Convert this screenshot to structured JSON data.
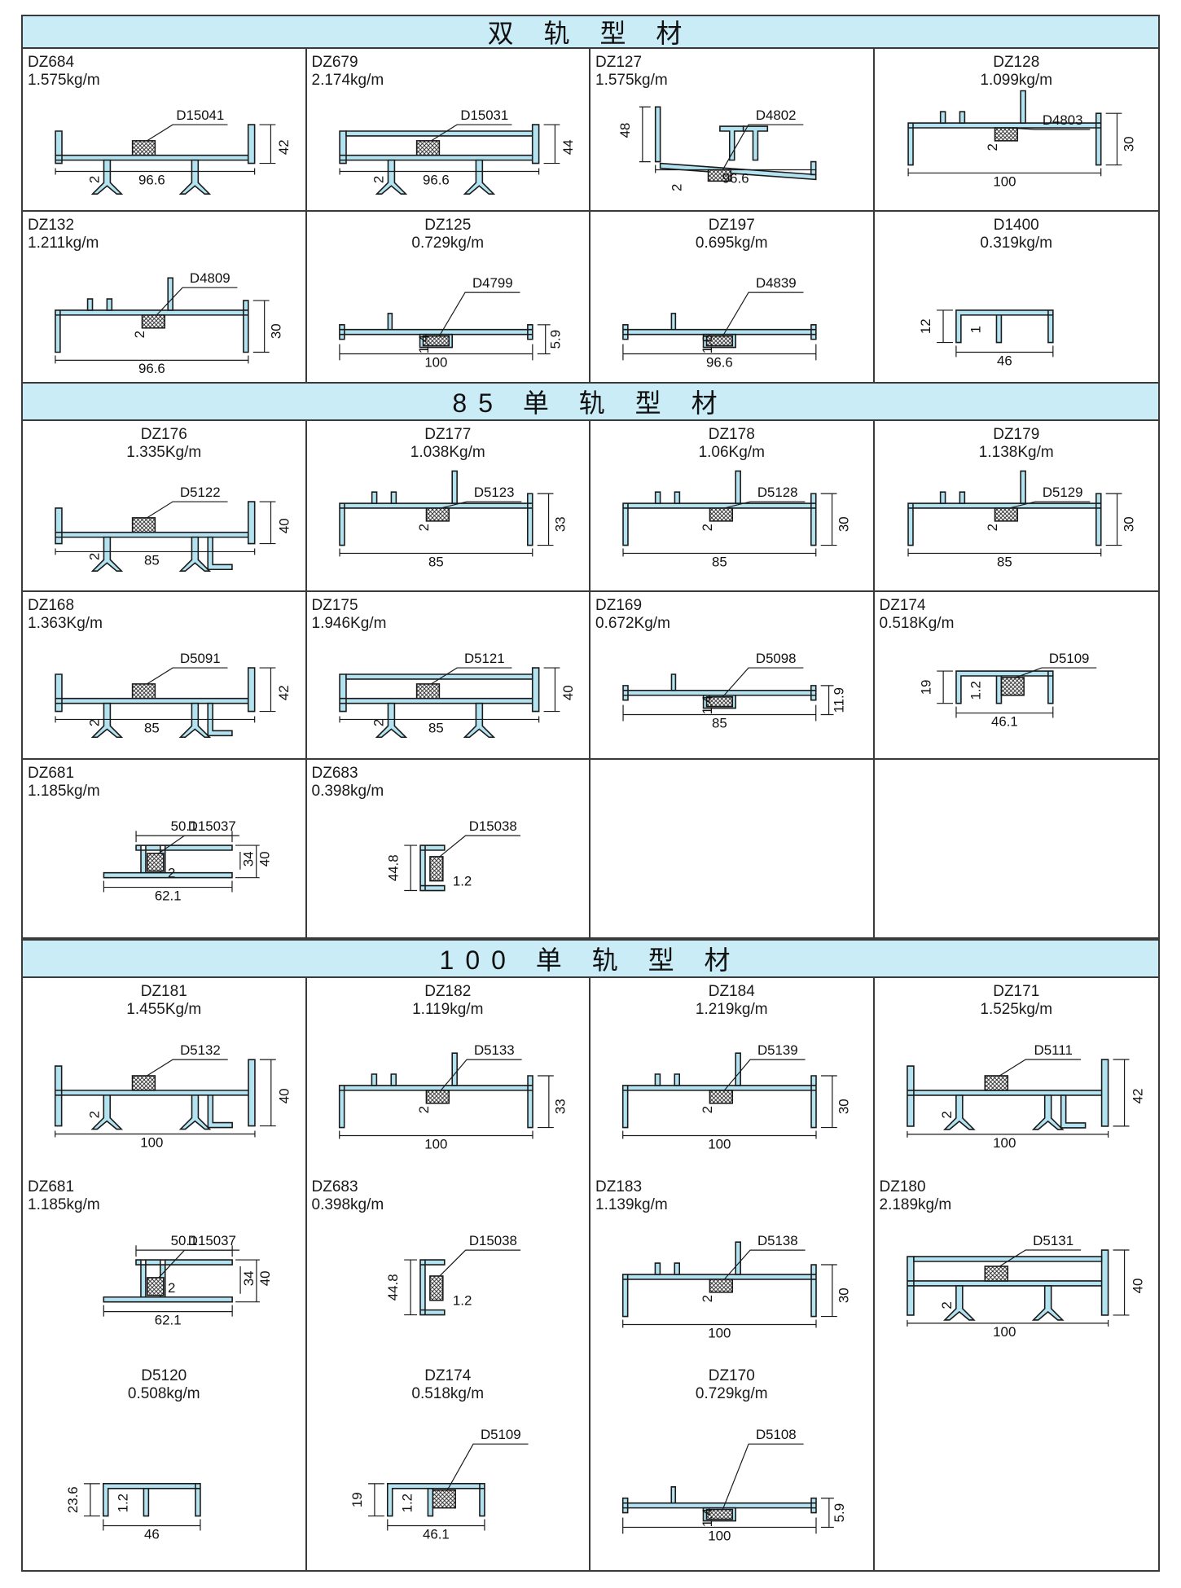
{
  "sections": [
    {
      "title": "双 轨 型 材",
      "cells": [
        {
          "code": "DZ684",
          "weight": "1.575kg/m",
          "align": "l",
          "gasket": "D15041",
          "width": "96.6",
          "height": "42",
          "wall": "2",
          "kind": "double-tall"
        },
        {
          "code": "DZ679",
          "weight": "2.174kg/m",
          "align": "l",
          "gasket": "D15031",
          "width": "96.6",
          "height": "44",
          "wall": "2",
          "kind": "double-box"
        },
        {
          "code": "DZ127",
          "weight": "1.575kg/m",
          "align": "l",
          "gasket": "D4802",
          "width": "96.6",
          "height": "48",
          "wall": "2",
          "kind": "double-slope"
        },
        {
          "code": "DZ128",
          "weight": "1.099kg/m",
          "align": "c",
          "gasket": "D4803",
          "width": "100",
          "height": "30",
          "wall": "2",
          "kind": "single-flat"
        },
        {
          "code": "DZ132",
          "weight": "1.211kg/m",
          "align": "l",
          "gasket": "D4809",
          "width": "96.6",
          "height": "30",
          "wall": "2",
          "kind": "single-flat"
        },
        {
          "code": "DZ125",
          "weight": "0.729kg/m",
          "align": "c",
          "gasket": "D4799",
          "width": "100",
          "height": "5.9",
          "wall": "1.4",
          "kind": "thin"
        },
        {
          "code": "DZ197",
          "weight": "0.695kg/m",
          "align": "c",
          "gasket": "D4839",
          "width": "96.6",
          "height": "",
          "wall": "1.8",
          "kind": "thin"
        },
        {
          "code": "D1400",
          "weight": "0.319kg/m",
          "align": "c",
          "gasket": "",
          "width": "46",
          "height": "12",
          "wall": "1",
          "kind": "small"
        }
      ]
    },
    {
      "title": "85 单 轨 型 材",
      "cells": [
        {
          "code": "DZ176",
          "weight": "1.335Kg/m",
          "align": "c",
          "gasket": "D5122",
          "width": "85",
          "height": "40",
          "wall": "2",
          "kind": "hook"
        },
        {
          "code": "DZ177",
          "weight": "1.038Kg/m",
          "align": "c",
          "gasket": "D5123",
          "width": "85",
          "height": "33",
          "wall": "2",
          "kind": "single-flat"
        },
        {
          "code": "DZ178",
          "weight": "1.06Kg/m",
          "align": "c",
          "gasket": "D5128",
          "width": "85",
          "height": "30",
          "wall": "2",
          "kind": "single-flat"
        },
        {
          "code": "DZ179",
          "weight": "1.138Kg/m",
          "align": "c",
          "gasket": "D5129",
          "width": "85",
          "height": "30",
          "wall": "2",
          "kind": "single-flat"
        },
        {
          "code": "DZ168",
          "weight": "1.363Kg/m",
          "align": "l",
          "gasket": "D5091",
          "width": "85",
          "height": "42",
          "wall": "2",
          "kind": "hook"
        },
        {
          "code": "DZ175",
          "weight": "1.946Kg/m",
          "align": "l",
          "gasket": "D5121",
          "width": "85",
          "height": "40",
          "wall": "2",
          "kind": "double-box"
        },
        {
          "code": "DZ169",
          "weight": "0.672Kg/m",
          "align": "l",
          "gasket": "D5098",
          "width": "85",
          "height": "11.9",
          "wall": "1.4",
          "kind": "thin"
        },
        {
          "code": "DZ174",
          "weight": "0.518Kg/m",
          "align": "l",
          "gasket": "D5109",
          "width": "46.1",
          "height": "19",
          "wall": "1.2",
          "kind": "small"
        },
        {
          "code": "DZ681",
          "weight": "1.185kg/m",
          "align": "l",
          "gasket": "D15037",
          "width": "62.1",
          "height": "40",
          "wall": "2",
          "kind": "h-frame",
          "topw": "50.1",
          "inner": "34"
        },
        {
          "code": "DZ683",
          "weight": "0.398kg/m",
          "align": "l",
          "gasket": "D15038",
          "width": "",
          "height": "44.8",
          "wall": "1.2",
          "kind": "vertical"
        },
        {
          "empty": true
        },
        {
          "empty": true
        }
      ]
    },
    {
      "title": "100 单 轨 型 材",
      "cells": [
        {
          "code": "DZ181",
          "weight": "1.455Kg/m",
          "align": "c",
          "gasket": "D5132",
          "width": "100",
          "height": "40",
          "wall": "2",
          "kind": "hook"
        },
        {
          "code": "DZ182",
          "weight": "1.119kg/m",
          "align": "c",
          "gasket": "D5133",
          "width": "100",
          "height": "33",
          "wall": "2",
          "kind": "single-flat"
        },
        {
          "code": "DZ184",
          "weight": "1.219kg/m",
          "align": "c",
          "gasket": "D5139",
          "width": "100",
          "height": "30",
          "wall": "2",
          "kind": "single-flat"
        },
        {
          "code": "DZ171",
          "weight": "1.525kg/m",
          "align": "c",
          "gasket": "D5111",
          "width": "100",
          "height": "42",
          "wall": "2",
          "kind": "hook"
        },
        {
          "code": "DZ681",
          "weight": "1.185kg/m",
          "align": "l",
          "gasket": "D15037",
          "width": "62.1",
          "height": "40",
          "wall": "2",
          "kind": "h-frame",
          "topw": "50.1",
          "inner": "34"
        },
        {
          "code": "DZ683",
          "weight": "0.398kg/m",
          "align": "l",
          "gasket": "D15038",
          "width": "",
          "height": "44.8",
          "wall": "1.2",
          "kind": "vertical"
        },
        {
          "code": "DZ183",
          "weight": "1.139kg/m",
          "align": "l",
          "gasket": "D5138",
          "width": "100",
          "height": "30",
          "wall": "2",
          "kind": "single-flat"
        },
        {
          "code": "DZ180",
          "weight": "2.189kg/m",
          "align": "l",
          "gasket": "D5131",
          "width": "100",
          "height": "40",
          "wall": "2",
          "kind": "double-box"
        },
        {
          "code": "D5120",
          "weight": "0.508kg/m",
          "align": "c",
          "gasket": "",
          "width": "46",
          "height": "23.6",
          "wall": "1.2",
          "kind": "small"
        },
        {
          "code": "DZ174",
          "weight": "0.518kg/m",
          "align": "c",
          "gasket": "D5109",
          "width": "46.1",
          "height": "19",
          "wall": "1.2",
          "kind": "small"
        },
        {
          "code": "DZ170",
          "weight": "0.729kg/m",
          "align": "c",
          "gasket": "D5108",
          "width": "100",
          "height": "5.9",
          "wall": "1.4",
          "kind": "thin"
        },
        {
          "empty": true
        }
      ]
    }
  ]
}
